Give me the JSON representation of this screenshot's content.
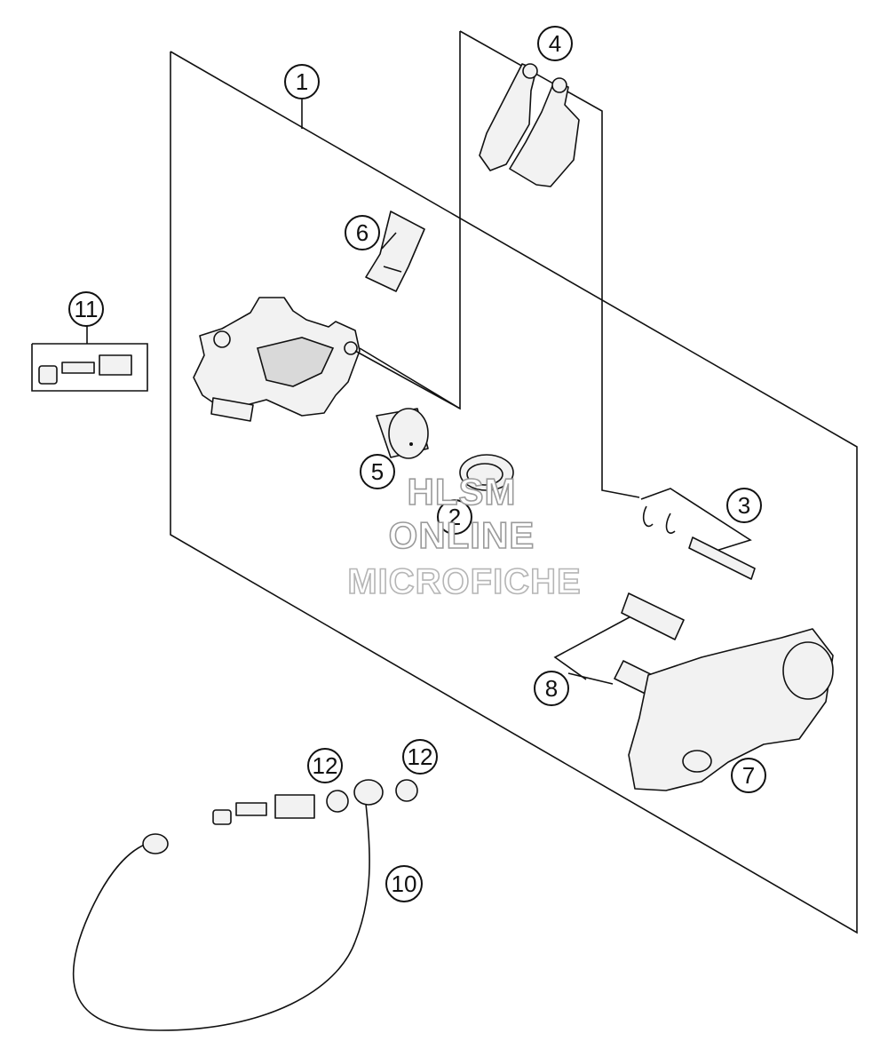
{
  "callouts": [
    {
      "id": "c1",
      "label": "1"
    },
    {
      "id": "c2",
      "label": "2"
    },
    {
      "id": "c3",
      "label": "3"
    },
    {
      "id": "c4",
      "label": "4"
    },
    {
      "id": "c5",
      "label": "5"
    },
    {
      "id": "c6",
      "label": "6"
    },
    {
      "id": "c7",
      "label": "7"
    },
    {
      "id": "c8",
      "label": "8"
    },
    {
      "id": "c10",
      "label": "10"
    },
    {
      "id": "c11",
      "label": "11"
    },
    {
      "id": "c12a",
      "label": "12"
    },
    {
      "id": "c12b",
      "label": "12"
    }
  ],
  "watermark": {
    "line1": "HLSM",
    "line2": "ONLINE",
    "line3": "MICROFICHE"
  }
}
